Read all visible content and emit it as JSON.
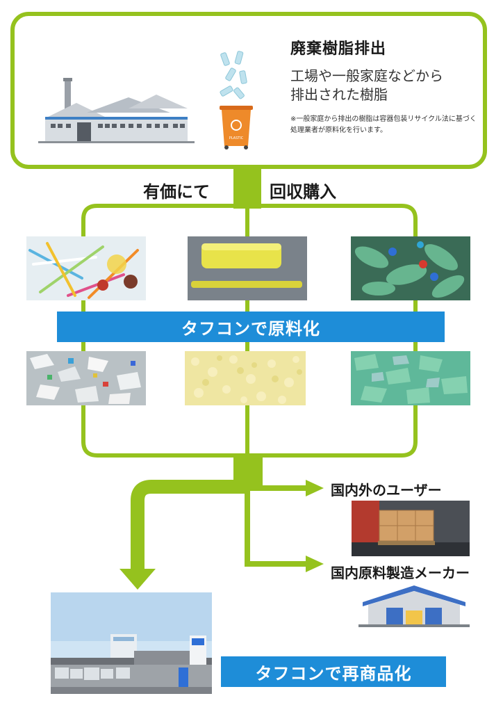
{
  "top": {
    "title": "廃棄樹脂排出",
    "subtitle_line1": "工場や一般家庭などから",
    "subtitle_line2": "排出された樹脂",
    "note_line1": "※一般家庭から排出の樹脂は容器包装リサイクル法に基づく",
    "note_line2": "処理業者が原料化を行います。",
    "bin_label": "PLASTIC"
  },
  "purchase": {
    "left": "有価にて",
    "right": "回収購入"
  },
  "stage1_band": "タフコンで原料化",
  "outputs": [
    {
      "label": "国内外のユーザー"
    },
    {
      "label": "国内原料製造メーカー"
    }
  ],
  "final_band": "タフコンで再商品化",
  "colors": {
    "green": "#95c21e",
    "blue": "#1e8dd8"
  }
}
